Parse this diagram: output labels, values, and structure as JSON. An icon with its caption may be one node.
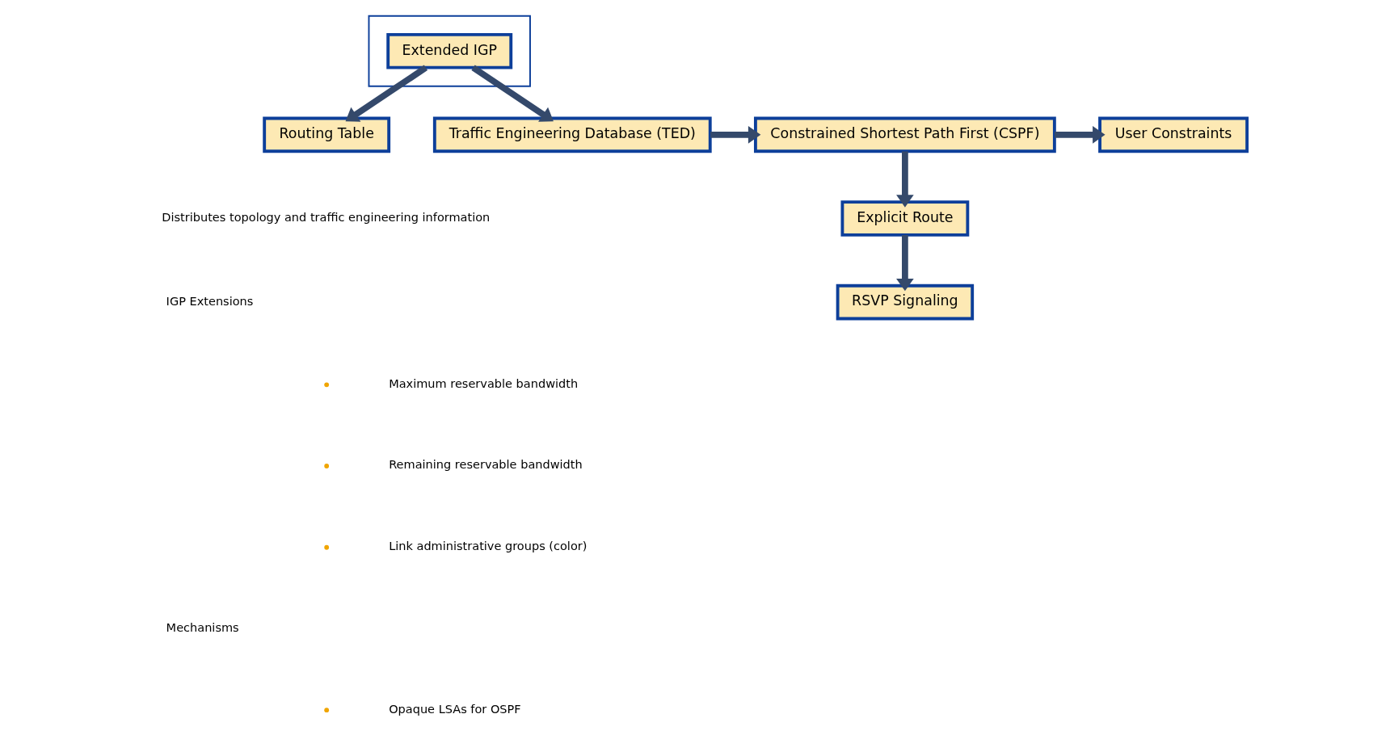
{
  "diagram": {
    "nodes": [
      {
        "text": [],
        "shape": "box"
      },
      {
        "text": [
          "Extended IGP"
        ],
        "in": 0
      },
      {
        "text": [
          "Routing Table"
        ]
      },
      {
        "text": [
          "Traffic Engineering Database (TED)"
        ]
      },
      {
        "text": [
          "Constrained Shortest Path First (CSPF)"
        ]
      },
      {
        "text": [
          "User Constraints"
        ]
      },
      {
        "text": [
          "Explicit Route"
        ]
      },
      {
        "text": [
          "RSVP Signaling"
        ]
      }
    ],
    "edges": [
      {
        "from": 1,
        "to": 2,
        "arrow": "to"
      },
      {
        "from": 1,
        "to": 3,
        "arrow": "to"
      },
      {
        "from": 3,
        "to": 4,
        "arrow": "to"
      },
      {
        "from": 4,
        "to": 5,
        "arrow": "to"
      },
      {
        "from": 4,
        "to": 6,
        "arrow": "to"
      },
      {
        "from": 6,
        "to": 7,
        "arrow": "to"
      }
    ],
    "labels": [
      "Distributes topology and traffic engineering information",
      "IGP Extensions",
      "Maximum reservable bandwidth",
      "Remaining reservable bandwidth",
      "Link administrative groups (color)",
      "Mechanisms",
      "Opaque LSAs for OSPF"
    ]
  }
}
